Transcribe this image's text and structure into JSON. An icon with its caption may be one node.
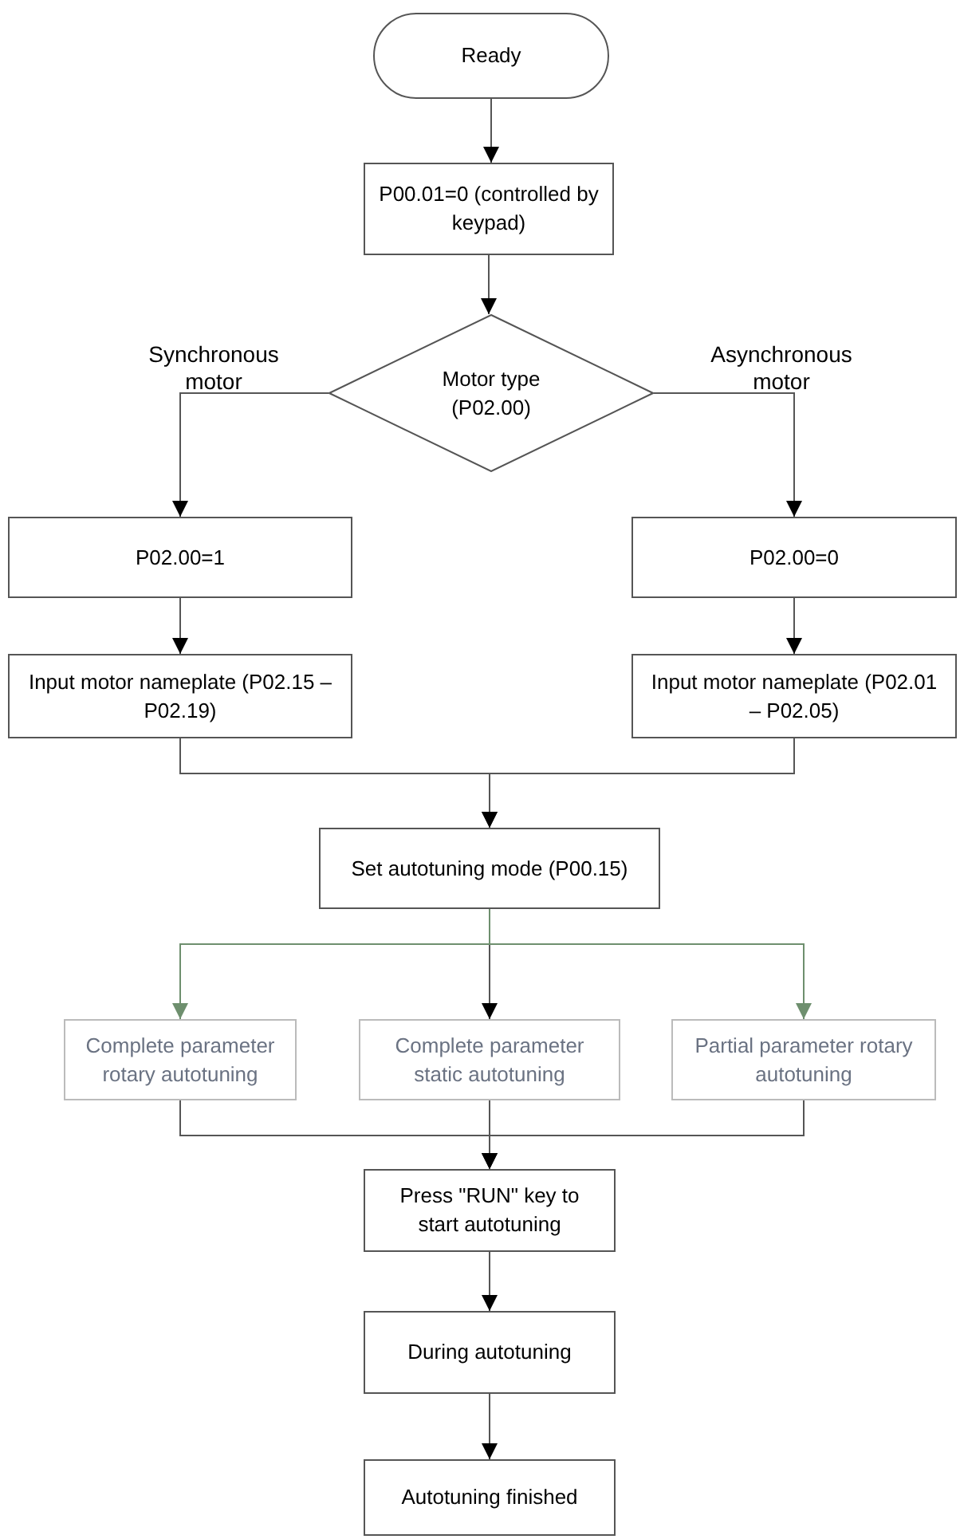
{
  "diagram": {
    "nodes": [
      {
        "text": [
          "Ready"
        ]
      },
      {
        "text": [
          "P00.01=0 (controlled by keypad)"
        ]
      },
      {
        "text": [
          "Motor type (P02.00)"
        ]
      },
      {
        "text": [
          "P02.00=1"
        ]
      },
      {
        "text": [
          "P02.00=0"
        ]
      },
      {
        "text": [
          "Input motor nameplate (P02.15 – P02.19)"
        ]
      },
      {
        "text": [
          "Input motor nameplate (P02.01 – P02.05)"
        ]
      },
      {
        "text": [
          "Set autotuning mode (P00.15)"
        ]
      },
      {
        "text": [
          "Complete parameter rotary autotuning"
        ]
      },
      {
        "text": [
          "Complete parameter static autotuning"
        ]
      },
      {
        "text": [
          "Partial parameter rotary autotuning"
        ]
      },
      {
        "text": [
          "Press \"RUN\" key to start autotuning"
        ]
      },
      {
        "text": [
          "During autotuning"
        ]
      },
      {
        "text": [
          "Autotuning finished"
        ]
      }
    ],
    "edges": [
      {
        "from": 0,
        "to": 1,
        "arrow": "to"
      },
      {
        "from": 1,
        "to": 2,
        "arrow": "to"
      },
      {
        "from": 2,
        "to": 3,
        "arrow": "to",
        "label": "Synchronous motor"
      },
      {
        "from": 2,
        "to": 4,
        "arrow": "to",
        "label": "Asynchronous motor"
      },
      {
        "from": 3,
        "to": 5,
        "arrow": "to"
      },
      {
        "from": 4,
        "to": 6,
        "arrow": "to"
      },
      {
        "from": 5,
        "to": 7,
        "arrow": "to"
      },
      {
        "from": 6,
        "to": 7,
        "arrow": "to"
      },
      {
        "from": 7,
        "to": 8,
        "arrow": "to",
        "color": "#6e8f6e"
      },
      {
        "from": 7,
        "to": 9,
        "arrow": "to"
      },
      {
        "from": 7,
        "to": 10,
        "arrow": "to",
        "color": "#6e8f6e"
      },
      {
        "from": 8,
        "to": 11,
        "arrow": "to"
      },
      {
        "from": 9,
        "to": 11,
        "arrow": "to"
      },
      {
        "from": 10,
        "to": 11,
        "arrow": "to"
      },
      {
        "from": 11,
        "to": 12,
        "arrow": "to"
      },
      {
        "from": 12,
        "to": 13,
        "arrow": "to"
      }
    ]
  }
}
